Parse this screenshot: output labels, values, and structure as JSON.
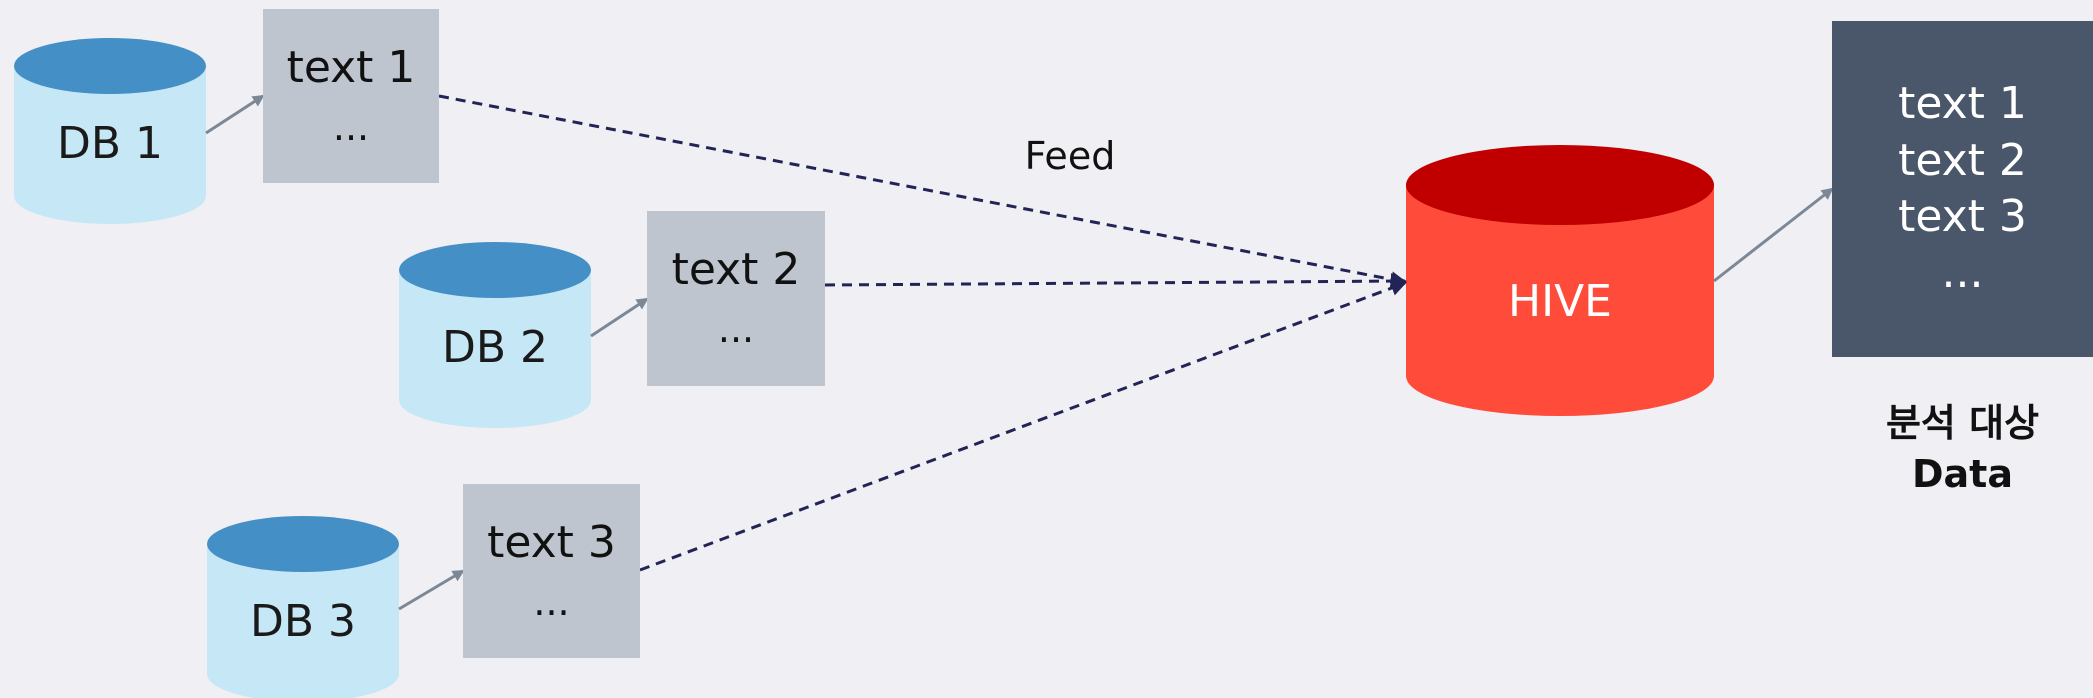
{
  "databases": [
    {
      "label": "DB 1"
    },
    {
      "label": "DB 2"
    },
    {
      "label": "DB 3"
    }
  ],
  "sources": [
    {
      "title": "text 1",
      "more": "..."
    },
    {
      "title": "text 2",
      "more": "..."
    },
    {
      "title": "text 3",
      "more": "..."
    }
  ],
  "edge_label": "Feed",
  "hive": {
    "label": "HIVE"
  },
  "output": {
    "lines": [
      "text 1",
      "text 2",
      "text 3",
      "..."
    ],
    "caption_line1": "분석 대상",
    "caption_line2": "Data"
  },
  "colors": {
    "background": "#efeff4",
    "db_top": "#4490c6",
    "db_body": "#c6e7f6",
    "source_box": "#bfc5ce",
    "hive_top": "#c00000",
    "hive_body": "#ff4b3a",
    "output_box": "#4a5669",
    "feed_line": "#222455",
    "solid_arrow": "#7d8897"
  }
}
